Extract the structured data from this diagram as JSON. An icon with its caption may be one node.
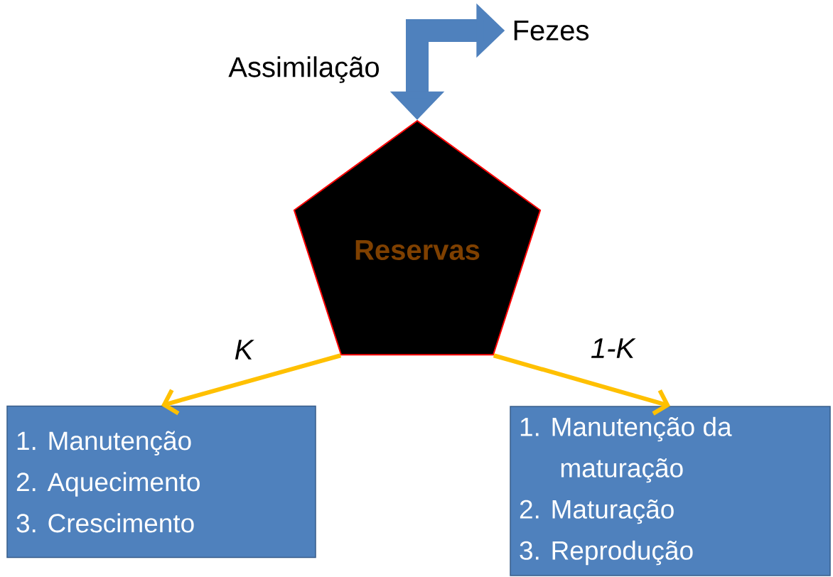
{
  "diagram": {
    "nodes": [
      {
        "text": [
          "Reservas"
        ]
      },
      {
        "text": [
          "1. Manutenção",
          "2. Aquecimento",
          "3. Crescimento"
        ]
      },
      {
        "text": [
          "1. Manutenção da maturação",
          "2. Maturação",
          "3. Reprodução"
        ]
      },
      {
        "text": [
          "Fezes"
        ]
      }
    ],
    "edges": [
      {
        "from": 0,
        "to": 3,
        "arrow": "both",
        "label": "Assimilação",
        "style": "thick",
        "color": "#4f81bd"
      },
      {
        "from": 0,
        "to": 1,
        "arrow": "to",
        "label": "K"
      },
      {
        "from": 0,
        "to": 2,
        "arrow": "to",
        "label": "1-K"
      }
    ]
  }
}
